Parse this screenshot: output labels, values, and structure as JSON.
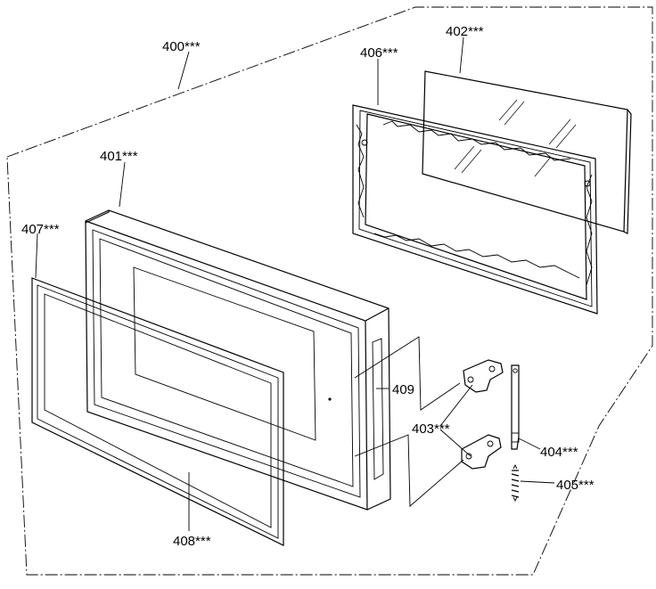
{
  "diagram": {
    "labels": {
      "p400": "400***",
      "p401": "401***",
      "p402": "402***",
      "p403": "403***",
      "p404": "404***",
      "p405": "405***",
      "p406": "406***",
      "p407": "407***",
      "p408": "408***",
      "p409": "409"
    }
  }
}
